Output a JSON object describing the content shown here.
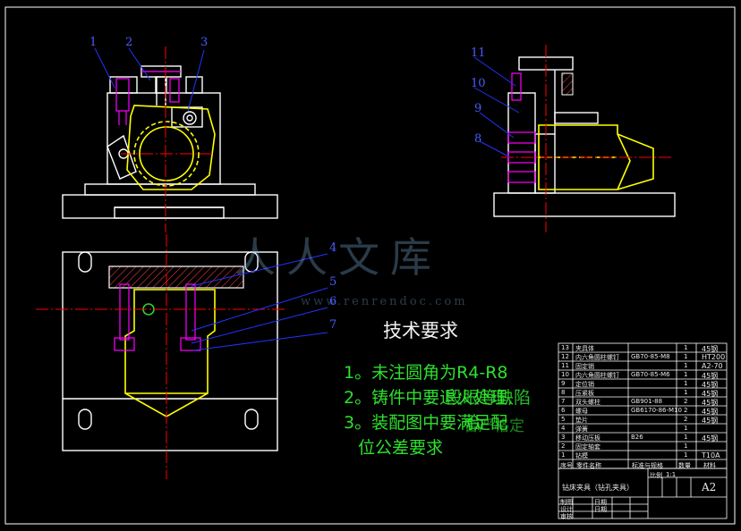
{
  "technical_requirements": {
    "title": "技术要求",
    "notes": [
      "1。未注圆角为R4-R8",
      "2。铸件中要退火处理,",
      "3。装配图中要满足配",
      "位公差要求"
    ],
    "overlap_fragments": [
      "段眼等缺陷",
      "合",
      "合严格定"
    ]
  },
  "balloons": [
    "1",
    "2",
    "3",
    "4",
    "5",
    "6",
    "7",
    "8",
    "9",
    "10",
    "11"
  ],
  "watermark": {
    "text": "人人文库",
    "url": "www.renrendoc.com"
  },
  "bom": {
    "rows": [
      {
        "no": "13",
        "name": "夹具体",
        "code": "",
        "qty": "1",
        "mat": "45钢"
      },
      {
        "no": "12",
        "name": "内六角圆柱螺钉",
        "code": "GB70-85-M8",
        "qty": "1",
        "mat": "HT200"
      },
      {
        "no": "11",
        "name": "固定销",
        "code": "",
        "qty": "1",
        "mat": "A2-70"
      },
      {
        "no": "10",
        "name": "内六角圆柱螺钉",
        "code": "GB70-85-M6",
        "qty": "1",
        "mat": "45钢"
      },
      {
        "no": "9",
        "name": "定位销",
        "code": "",
        "qty": "1",
        "mat": "45钢"
      },
      {
        "no": "8",
        "name": "压紧板",
        "code": "",
        "qty": "1",
        "mat": "45钢"
      },
      {
        "no": "7",
        "name": "双头螺柱",
        "code": "GB901-88",
        "qty": "2",
        "mat": "45钢"
      },
      {
        "no": "6",
        "name": "螺母",
        "code": "GB6170-86-M10",
        "qty": "2",
        "mat": "45钢"
      },
      {
        "no": "5",
        "name": "垫片",
        "code": "",
        "qty": "2",
        "mat": "45钢"
      },
      {
        "no": "4",
        "name": "弹簧",
        "code": "",
        "qty": "1",
        "mat": ""
      },
      {
        "no": "3",
        "name": "移动压板",
        "code": "B26",
        "qty": "1",
        "mat": "45钢"
      },
      {
        "no": "2",
        "name": "固定轴套",
        "code": "",
        "qty": "1",
        "mat": ""
      },
      {
        "no": "1",
        "name": "钻模",
        "code": "",
        "qty": "1",
        "mat": "T10A"
      }
    ],
    "header": {
      "no": "序号",
      "name": "零件名称",
      "code": "标准与规格",
      "qty": "数量",
      "mat": "材料"
    },
    "drawing_title": "钻床夹具（钻孔夹具）",
    "ratio_label": "比例",
    "ratio_value": "1:1",
    "sheet_size": "A2",
    "sign_rows": [
      "制图",
      "设计",
      "审核"
    ],
    "sign_cols": [
      "日期",
      "日期"
    ]
  },
  "colors": {
    "background": "#000000",
    "part_outline": "#ffffff",
    "workpiece": "#ffff00",
    "fastener": "#ff00ff",
    "centerline": "#ff0000",
    "leader": "#2233ff",
    "text_green": "#2ee02e",
    "hatch": "#ff4040"
  }
}
